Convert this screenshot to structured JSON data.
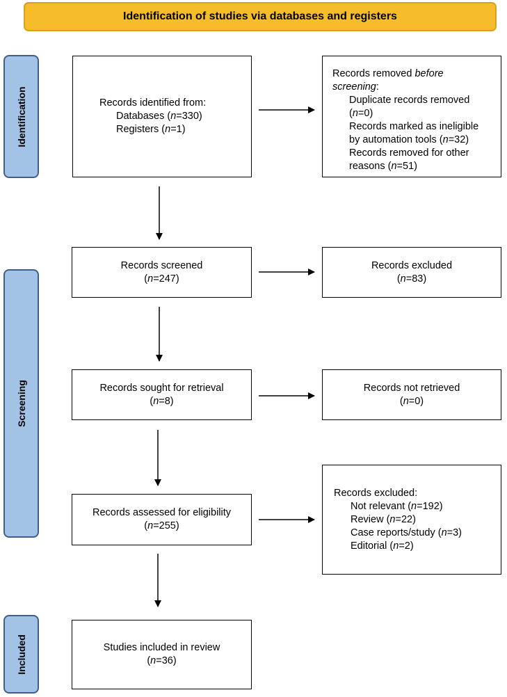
{
  "header": {
    "title": "Identification of studies via databases and registers"
  },
  "phases": {
    "identification": "Identification",
    "screening": "Screening",
    "included": "Included"
  },
  "identified": {
    "label": "Records identified from:",
    "databases_label": "Databases (",
    "databases_n": "=330)",
    "registers_label": "Registers (",
    "registers_n": "=1)"
  },
  "removed": {
    "label_a": "Records removed ",
    "label_b": "before",
    "label_c": "screening",
    "label_d": ":",
    "duplicate_label": "Duplicate records removed",
    "duplicate_n": "(n=0)",
    "ineligible_label": "Records marked as ineligible",
    "ineligible_b": "by automation tools (",
    "ineligible_n": "=32)",
    "other_label": "Records removed for other",
    "other_b": "reasons (",
    "other_n": "=51)"
  },
  "screened": {
    "label": "Records screened",
    "n": "=247)"
  },
  "excluded1": {
    "label": "Records excluded",
    "n": "=83)"
  },
  "sought": {
    "label": "Records sought for retrieval",
    "n": "=8)"
  },
  "not_retrieved": {
    "label": "Records not retrieved",
    "n": "=0)"
  },
  "assessed": {
    "label": "Records assessed for eligibility",
    "n": "=255)"
  },
  "excluded2": {
    "label": "Records excluded:",
    "items": [
      {
        "label": "Not relevant (",
        "n": "=192)"
      },
      {
        "label": "Review (",
        "n": "=22)"
      },
      {
        "label": "Case reports/study (",
        "n": "=3)"
      },
      {
        "label": "Editorial (",
        "n": "=2)"
      }
    ]
  },
  "included": {
    "label": "Studies included in review",
    "n": "=36)"
  },
  "n_letter": "n",
  "paren": "("
}
